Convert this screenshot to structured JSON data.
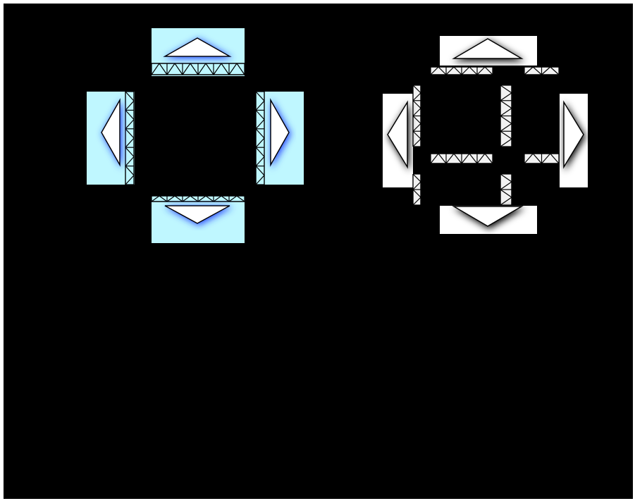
{
  "background_color": "#000000",
  "border_color": "#ffffff",
  "left_widget": {
    "panel_color": "#bff7ff",
    "arrow_fill": "#ffffff",
    "glow_color": "#2244ff",
    "stroke_color": "#000000",
    "arrows": [
      {
        "name": "up-arrow-icon",
        "direction": "up"
      },
      {
        "name": "left-arrow-icon",
        "direction": "left"
      },
      {
        "name": "right-arrow-icon",
        "direction": "right"
      },
      {
        "name": "down-arrow-icon",
        "direction": "down"
      }
    ]
  },
  "right_widget": {
    "panel_color": "#ffffff",
    "arrow_fill": "#ffffff",
    "shadow_color": "#000000",
    "stroke_color": "#000000",
    "arrows": [
      {
        "name": "up-arrow-icon",
        "direction": "up"
      },
      {
        "name": "left-arrow-icon",
        "direction": "left"
      },
      {
        "name": "right-arrow-icon",
        "direction": "right"
      },
      {
        "name": "down-arrow-icon",
        "direction": "down"
      }
    ]
  }
}
